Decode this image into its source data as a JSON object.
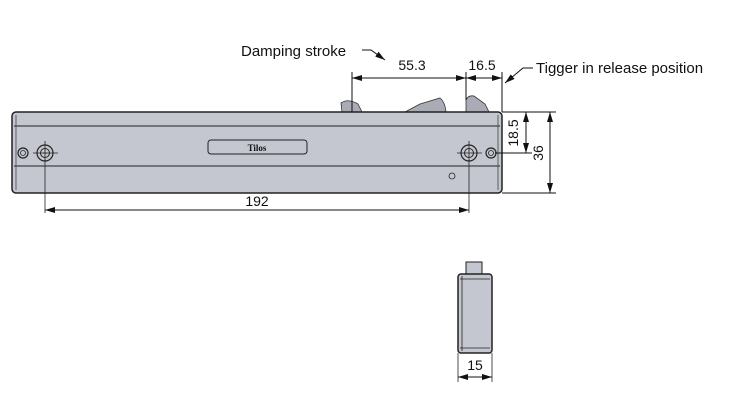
{
  "labels": {
    "damping_stroke": "Damping stroke",
    "trigger": "Tigger in release position",
    "logo": "Tilos"
  },
  "dimensions": {
    "damping": "55.3",
    "trigger_offset": "16.5",
    "half_height": "18.5",
    "height": "36",
    "hole_spacing": "192",
    "depth": "15"
  },
  "colors": {
    "body": "#c4c7cf",
    "line": "#111111",
    "trigger": "#a9acb4"
  }
}
